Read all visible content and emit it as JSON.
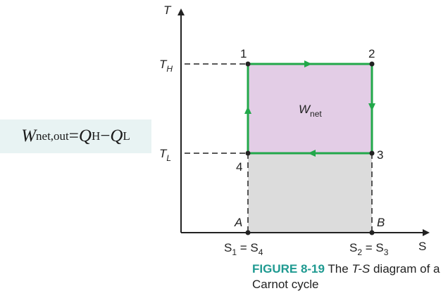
{
  "equation": {
    "lhs": "W",
    "lhs_sub": "net,out",
    "equals": " = ",
    "term1": "Q",
    "term1_sub": "H",
    "minus": " − ",
    "term2": "Q",
    "term2_sub": "L"
  },
  "axes": {
    "y_label": "T",
    "x_label": "S",
    "th_label": "T",
    "th_sub": "H",
    "tl_label": "T",
    "tl_sub": "L"
  },
  "states": {
    "p1": "1",
    "p2": "2",
    "p3": "3",
    "p4": "4"
  },
  "points": {
    "a": "A",
    "b": "B"
  },
  "entropy": {
    "left_a": "S",
    "left_a_sub": "1",
    "left_eq": " = S",
    "left_b_sub": "4",
    "right_a": "S",
    "right_a_sub": "2",
    "right_eq": " = S",
    "right_b_sub": "3"
  },
  "work_label": "W",
  "work_sub": "net",
  "caption": {
    "figure": "FIGURE 8-19",
    "text_pre": " The ",
    "text_ital": "T-S",
    "text_post": " diagram of a Carnot cycle"
  },
  "colors": {
    "cycle": "#22a84a",
    "work_fill": "#e3cde6",
    "heat_fill": "#dcdcdc",
    "caption_accent": "#1f9a91",
    "equation_bg": "#e8f3f3"
  }
}
